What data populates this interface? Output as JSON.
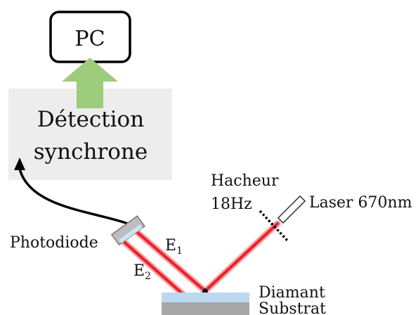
{
  "pc": {
    "label": "PC"
  },
  "detection": {
    "line1": "Détection",
    "line2": "synchrone"
  },
  "photodiode": {
    "label": "Photodiode"
  },
  "hacheur": {
    "line1": "Hacheur",
    "line2": "18Hz"
  },
  "laser": {
    "label": "Laser 670nm"
  },
  "beams": {
    "e1": {
      "base": "E",
      "sub": "1"
    },
    "e2": {
      "base": "E",
      "sub": "2"
    }
  },
  "sample": {
    "diamant": "Diamant",
    "substrat": "Substrat"
  },
  "colors": {
    "beam": "#e8212a",
    "beam_glow": "#f5a0a4",
    "arrow_green": "#9ccc7c",
    "detection_box": "#ededed",
    "diamant_layer": "#bcd8ee",
    "substrat_layer": "#a7a7a7",
    "photodiode_window": "#cfe3f3",
    "photodiode_body": "#bdbdbd"
  }
}
